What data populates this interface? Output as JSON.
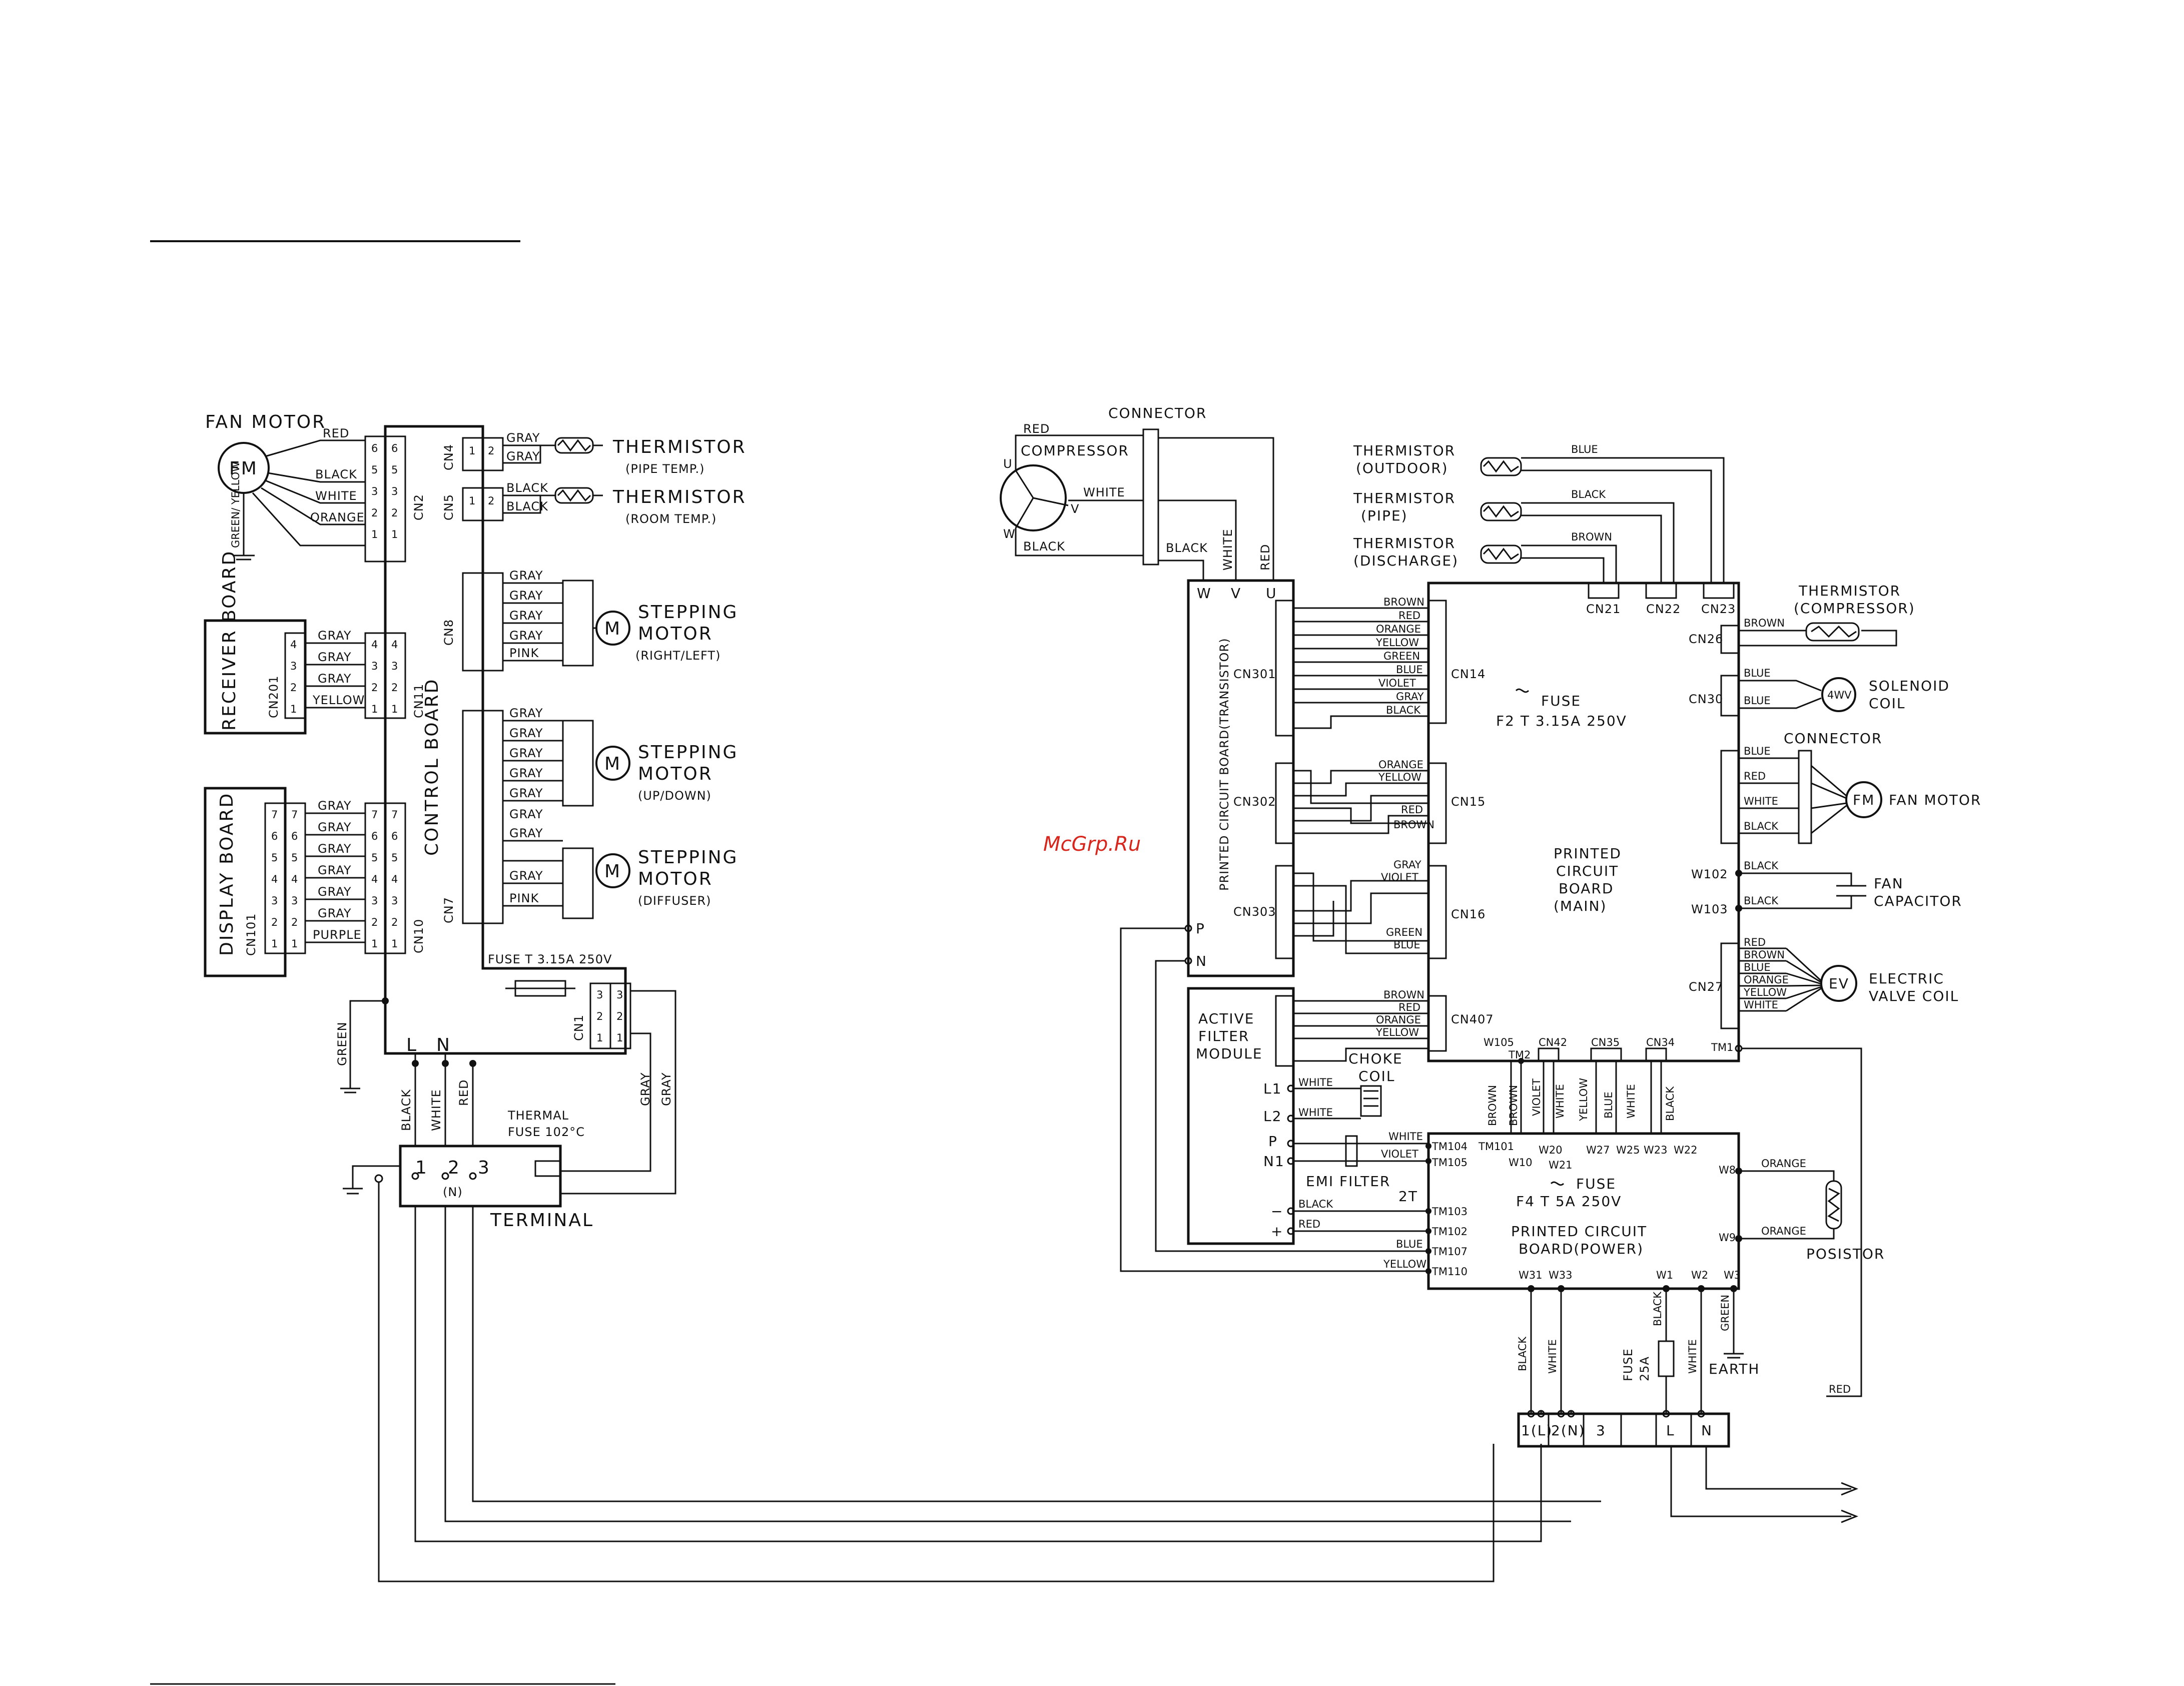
{
  "watermark": "McGrp.Ru",
  "indoor": {
    "fan_motor_label": "FAN MOTOR",
    "fan_motor_symbol": "FM",
    "fan_wires": [
      "RED",
      "BLACK",
      "WHITE",
      "ORANGE"
    ],
    "green_yellow": "GREEN/ YELLOW",
    "control_board": "CONTROL BOARD",
    "receiver_board": "RECEIVER BOARD",
    "display_board": "DISPLAY BOARD",
    "connectors": {
      "cn1": "CN1",
      "cn2": "CN2",
      "cn4": "CN4",
      "cn5": "CN5",
      "cn7": "CN7",
      "cn8": "CN8",
      "cn10": "CN10",
      "cn11": "CN11",
      "cn101": "CN101",
      "cn201": "CN201"
    },
    "thermistor": "THERMISTOR",
    "pipe_temp": "(PIPE TEMP.)",
    "room_temp": "(ROOM TEMP.)",
    "wire_gray": "GRAY",
    "wire_black": "BLACK",
    "wire_yellow": "YELLOW",
    "wire_purple": "PURPLE",
    "wire_pink": "PINK",
    "wire_green": "GREEN",
    "wire_white": "WHITE",
    "wire_red": "RED",
    "stepping_motor": "STEPPING",
    "motor_word": "MOTOR",
    "motor_symbol": "M",
    "right_left": "(RIGHT/LEFT)",
    "up_down": "(UP/DOWN)",
    "diffuser": "(DIFFUSER)",
    "fuse_label": "FUSE T 3.15A 250V",
    "l_label": "L",
    "n_label": "N",
    "thermal_fuse_1": "THERMAL",
    "thermal_fuse_2": "FUSE 102°C",
    "terminal_label": "TERMINAL",
    "terminal_pins": [
      "1",
      "2",
      "3"
    ],
    "terminal_n": "(N)"
  },
  "outdoor": {
    "connector": "CONNECTOR",
    "compressor": "COMPRESSOR",
    "comp_u": "U",
    "comp_v": "V",
    "comp_w": "W",
    "comp_wires": [
      "RED",
      "WHITE",
      "BLACK"
    ],
    "uvw": [
      "W",
      "V",
      "U"
    ],
    "thermistor_outdoor": [
      "THERMISTOR",
      "(OUTDOOR)"
    ],
    "thermistor_pipe": [
      "THERMISTOR",
      "(PIPE)"
    ],
    "thermistor_discharge": [
      "THERMISTOR",
      "(DISCHARGE)"
    ],
    "thermistor_compressor": [
      "THERMISTOR",
      "(COMPRESSOR)"
    ],
    "th_wires": [
      "BLUE",
      "BLACK",
      "BROWN",
      "BROWN"
    ],
    "cn21": "CN21",
    "cn22": "CN22",
    "cn23": "CN23",
    "cn26": "CN26",
    "cn30": "CN30",
    "cn27": "CN27",
    "transistor_board": "PRINTED CIRCUIT BOARD(TRANSISTOR)",
    "cn301": "CN301",
    "cn302": "CN302",
    "cn303": "CN303",
    "cn14": "CN14",
    "cn15": "CN15",
    "cn16": "CN16",
    "cn407": "CN407",
    "cn14_wires": [
      "BROWN",
      "RED",
      "ORANGE",
      "YELLOW",
      "GREEN",
      "BLUE",
      "VIOLET",
      "GRAY",
      "BLACK"
    ],
    "cn15_wires": [
      "ORANGE",
      "YELLOW",
      "RED",
      "BROWN"
    ],
    "cn16_wires": [
      "GRAY",
      "VIOLET",
      "GREEN",
      "BLUE"
    ],
    "cn407_wires": [
      "BROWN",
      "RED",
      "ORANGE",
      "YELLOW"
    ],
    "main_fuse_1": "FUSE",
    "main_fuse_2": "F2 T 3.15A 250V",
    "main_board": [
      "PRINTED",
      "CIRCUIT",
      "BOARD",
      "(MAIN)"
    ],
    "solenoid": [
      "SOLENOID",
      "COIL"
    ],
    "fourwv": "4WV",
    "cn30_wires": [
      "BLUE",
      "BLUE"
    ],
    "fan_connector": "CONNECTOR",
    "fan_motor": "FAN MOTOR",
    "fan_wires": [
      "BLUE",
      "RED",
      "WHITE",
      "BLACK"
    ],
    "w102": "W102",
    "w103": "W103",
    "fan_cap_wires": [
      "BLACK",
      "BLACK"
    ],
    "fan_capacitor": [
      "FAN",
      "CAPACITOR"
    ],
    "ev_wires": [
      "RED",
      "BROWN",
      "BLUE",
      "ORANGE",
      "YELLOW",
      "WHITE"
    ],
    "ev_symbol": "EV",
    "electric_valve": [
      "ELECTRIC",
      "VALVE COIL"
    ],
    "w105": "W105",
    "cn42": "CN42",
    "cn35": "CN35",
    "cn34": "CN34",
    "tm1": "TM1",
    "tm2": "TM2",
    "active_filter": [
      "ACTIVE",
      "FILTER",
      "MODULE"
    ],
    "choke_coil": [
      "CHOKE",
      "COIL"
    ],
    "l1": "L1",
    "l2": "L2",
    "p": "P",
    "n1": "N1",
    "minus": "−",
    "plus": "+",
    "pn": [
      "P",
      "N"
    ],
    "vert_wires": [
      "BROWN",
      "BROWN",
      "VIOLET",
      "WHITE",
      "YELLOW",
      "BLUE",
      "WHITE",
      "BLACK"
    ],
    "tm_labels": [
      "TM104",
      "TM101",
      "TM105",
      "W10",
      "W20",
      "W21",
      "W27",
      "W25",
      "W23",
      "W22"
    ],
    "emi_filter": [
      "EMI FILTER",
      "2T"
    ],
    "tm_left": [
      "TM103",
      "TM102",
      "TM107",
      "TM110"
    ],
    "tm_left_wires": [
      "WHITE",
      "VIOLET",
      "BLACK",
      "RED",
      "BLUE",
      "YELLOW"
    ],
    "power_fuse_1": "FUSE",
    "power_fuse_2": "F4 T 5A 250V",
    "power_board": [
      "PRINTED CIRCUIT",
      "BOARD(POWER)"
    ],
    "w8": "W8",
    "w9": "W9",
    "posistor_wires": [
      "ORANGE",
      "ORANGE"
    ],
    "posistor": "POSISTOR",
    "bottom_w": [
      "W31",
      "W33",
      "W1",
      "W2",
      "W3"
    ],
    "bottom_wires": [
      "BLACK",
      "WHITE",
      "BLACK",
      "WHITE",
      "GREEN"
    ],
    "fuse25": [
      "FUSE",
      "25A"
    ],
    "earth": "EARTH",
    "red_label": "RED",
    "term_labels": [
      "1(L)",
      "2(N)",
      "3",
      "L",
      "N"
    ]
  }
}
